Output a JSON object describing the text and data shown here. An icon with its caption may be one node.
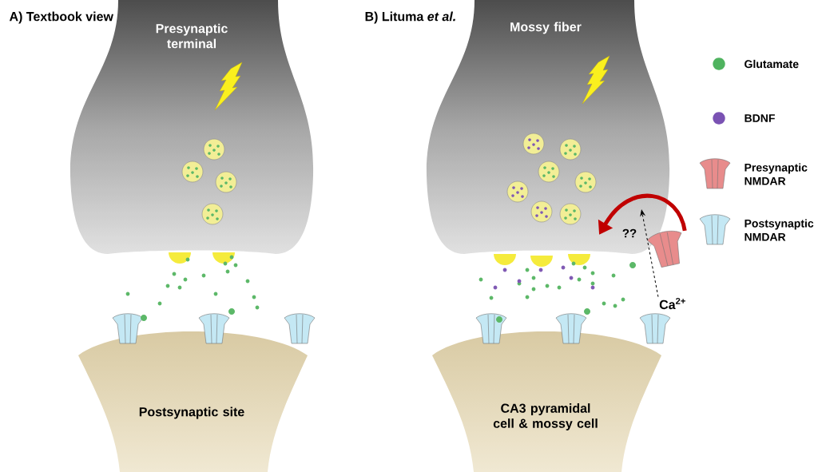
{
  "diagram": {
    "nodes": [
      {
        "text": [
          "Presynaptic terminal"
        ]
      },
      {
        "text": [
          "Postsynaptic site"
        ]
      },
      {
        "text": [
          "Mossy fiber"
        ]
      },
      {
        "text": [
          "CA3 pyramidal cell & mossy cell"
        ]
      },
      {
        "text": [],
        "shape": "picture"
      },
      {
        "text": [
          "Ca$^{2+}$"
        ]
      }
    ],
    "edges": [
      {
        "from": 5,
        "to": null,
        "arrow": "to",
        "style": "dashed",
        "label": "??"
      },
      {
        "from": 4,
        "to": null,
        "arrow": "to",
        "style": "thick",
        "color": "#c00000"
      }
    ],
    "labels": [
      "A) Textbook view",
      "B) Lituma *et al.*"
    ],
    "legend": [
      {
        "text": "Glutamate",
        "color": "#4fb35f"
      },
      {
        "text": "BDNF",
        "color": "#7a52b3"
      },
      {
        "text": "Presynaptic NMDAR"
      },
      {
        "text": "Postsynaptic NMDAR"
      }
    ]
  }
}
